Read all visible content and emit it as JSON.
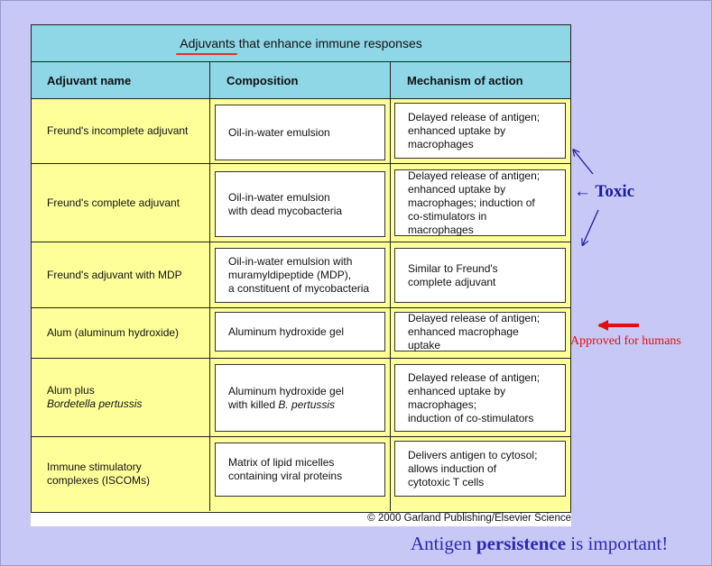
{
  "table": {
    "title_keyword": "Adjuvants",
    "title_rest": " that enhance immune responses",
    "headers": [
      "Adjuvant name",
      "Composition",
      "Mechanism of action"
    ],
    "rows": [
      {
        "name": "Freund's incomplete adjuvant",
        "composition": "Oil-in-water emulsion",
        "mechanism": "Delayed release of antigen;\nenhanced uptake by\nmacrophages"
      },
      {
        "name": "Freund's complete adjuvant",
        "composition": "Oil-in-water emulsion\nwith dead mycobacteria",
        "mechanism": "Delayed release of antigen;\nenhanced uptake by\nmacrophages; induction of\nco-stimulators in macrophages"
      },
      {
        "name": "Freund's adjuvant with MDP",
        "composition": "Oil-in-water emulsion with\nmuramyldipeptide (MDP),\na constituent of mycobacteria",
        "mechanism": "Similar to Freund's\ncomplete adjuvant"
      },
      {
        "name": "Alum (aluminum hydroxide)",
        "composition": "Aluminum hydroxide gel",
        "mechanism": "Delayed release of antigen;\nenhanced macrophage uptake"
      },
      {
        "name_line1": "Alum plus",
        "name_line2": "Bordetella pertussis",
        "composition_pre": "Aluminum hydroxide gel\nwith killed ",
        "composition_italic": "B. pertussis",
        "mechanism": "Delayed release of antigen;\nenhanced uptake by\nmacrophages;\ninduction of co-stimulators"
      },
      {
        "name": "Immune stimulatory\ncomplexes (ISCOMs)",
        "composition": "Matrix of lipid micelles\ncontaining viral proteins",
        "mechanism": "Delivers antigen to cytosol;\nallows induction of\ncytotoxic T cells"
      }
    ],
    "copyright": "© 2000 Garland Publishing/Elsevier Science"
  },
  "annotations": {
    "toxic": "Toxic",
    "approved": "Approved for humans",
    "toxic_color": "#1a1aa0",
    "approved_color": "#e01010"
  },
  "footer": {
    "pre": "Antigen ",
    "bold": "persistence",
    "post": " is important!"
  }
}
